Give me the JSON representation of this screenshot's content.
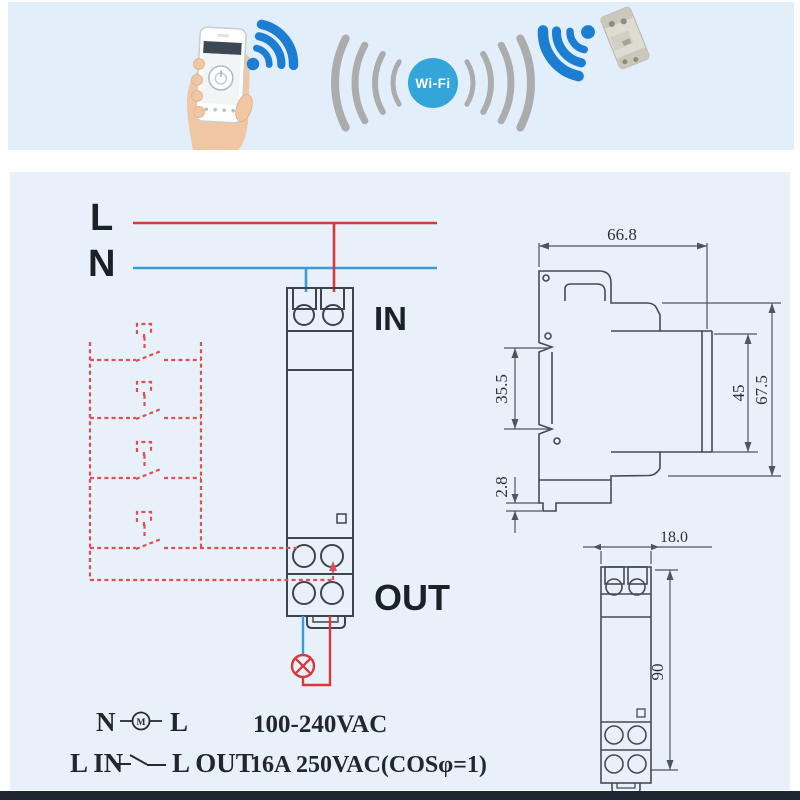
{
  "top_banner": {
    "wifi_badge_label": "Wi-Fi",
    "icons": [
      "smartphone-in-hand-photo",
      "wifi-signal-icon",
      "signal-waves",
      "din-relay-photo"
    ]
  },
  "wiring": {
    "live_label": "L",
    "neutral_label": "N",
    "in_label": "IN",
    "out_label": "OUT"
  },
  "legend": {
    "row1": {
      "left": "N",
      "load_symbol": "M",
      "right": "L",
      "value": "100-240VAC"
    },
    "row2": {
      "left": "L IN",
      "right": "L OUT",
      "value": "16A 250VAC(COSφ=1)"
    }
  },
  "dimensions": {
    "side_view": {
      "width": "66.8",
      "rail_slot": "35.5",
      "clip_depth": "2.8",
      "front_face": "45",
      "total_height": "67.5"
    },
    "front_view": {
      "width": "18.0",
      "height": "90"
    }
  },
  "colors": {
    "top_bg": "#e2eef9",
    "main_bg": "#e8f1fa",
    "wire_red": "#d6393d",
    "wire_blue": "#3b9bd5",
    "dashed_red": "#dd4f52",
    "wifi_icon_blue": "#1b7ed3",
    "wifi_badge_blue": "#33a5d9",
    "signal_gray": "#acacac",
    "drawing_line": "#3e444b",
    "footer_bar": "#1d2631",
    "skin": "#f1c6a3"
  }
}
